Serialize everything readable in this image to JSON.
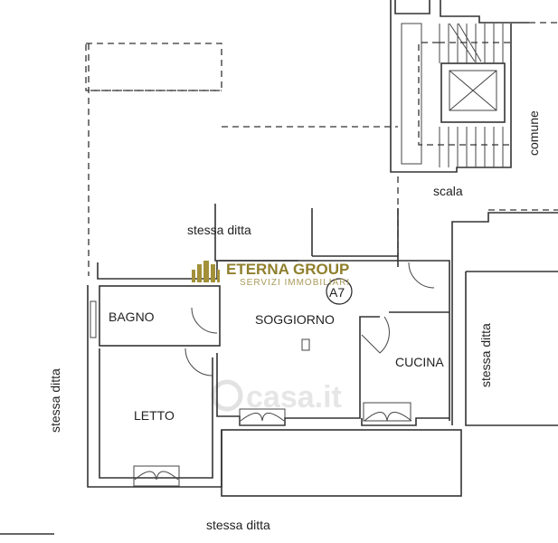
{
  "plan": {
    "unit_id": "A7",
    "rooms": {
      "bathroom": "BAGNO",
      "living_room": "SOGGIORNO",
      "kitchen": "CUCINA",
      "bedroom": "LETTO"
    },
    "neighbors": {
      "top": "stessa ditta",
      "left": "stessa ditta",
      "right": "stessa ditta",
      "bottom": "stessa ditta"
    },
    "stairs": "scala",
    "common": "comune"
  },
  "branding": {
    "company": "ETERNA GROUP",
    "tagline": "SERVIZI IMMOBILIARI",
    "watermark": "casa.it",
    "logo_color": "#8f7f2c"
  }
}
